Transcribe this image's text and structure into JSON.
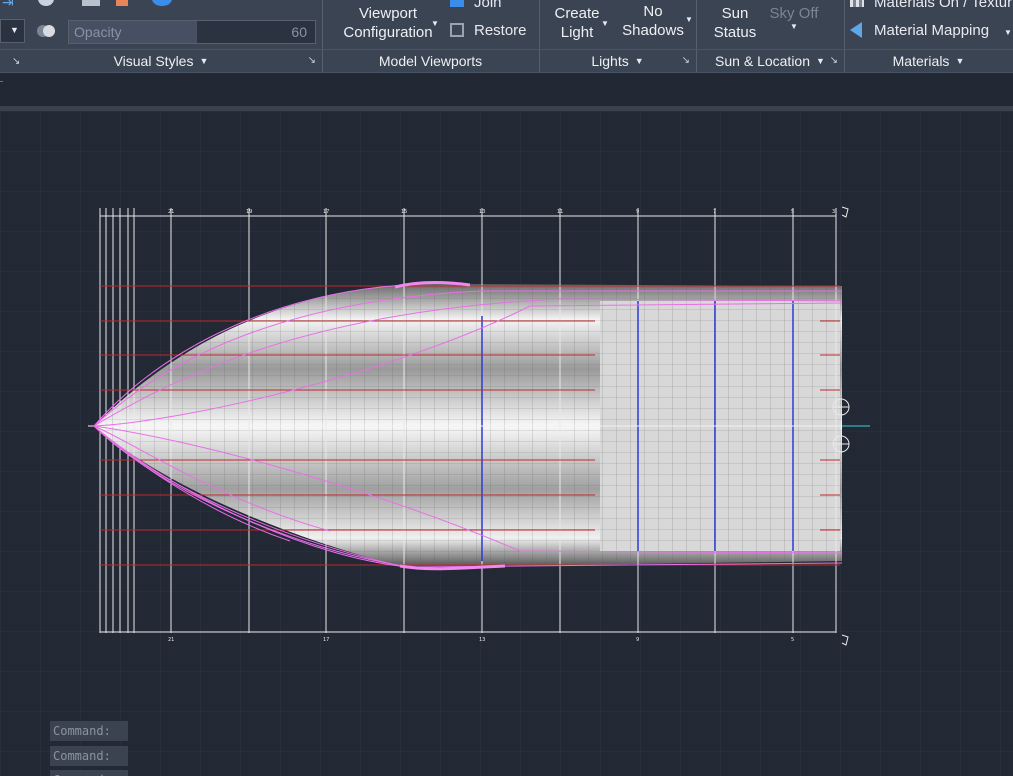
{
  "ribbon": {
    "visual_styles": {
      "title": "Visual Styles",
      "opacity_placeholder": "Opacity",
      "opacity_value": "60"
    },
    "model_viewports": {
      "title": "Model Viewports",
      "viewport_config_line1": "Viewport",
      "viewport_config_line2": "Configuration",
      "join_label": "Join",
      "restore_label": "Restore"
    },
    "lights": {
      "title": "Lights",
      "create_light_line1": "Create",
      "create_light_line2": "Light",
      "no_shadows_line1": "No",
      "no_shadows_line2": "Shadows"
    },
    "sun_location": {
      "title": "Sun & Location",
      "sun_status_line1": "Sun",
      "sun_status_line2": "Status",
      "sky_off": "Sky Off"
    },
    "materials": {
      "title": "Materials",
      "materials_on": "Materials On / Textur",
      "material_mapping": "Material Mapping"
    }
  },
  "command_history": [
    "Command:",
    "Command:",
    "Command:"
  ],
  "colors": {
    "background": "#222834",
    "ribbon": "#3b4453",
    "waterline": "#c0282a",
    "station_blue": "#2a3cd8",
    "curve_magenta": "#e870e8"
  }
}
